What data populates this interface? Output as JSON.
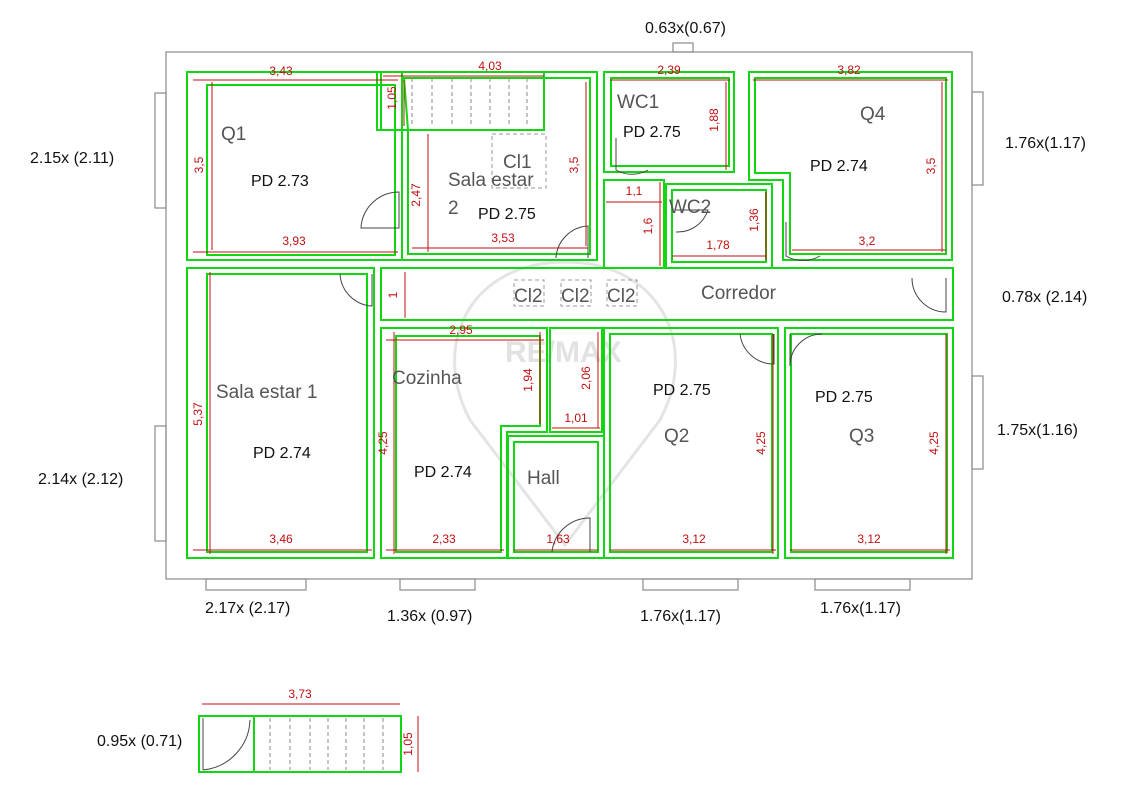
{
  "plan": {
    "rooms": {
      "q1": {
        "name": "Q1",
        "pd": "PD 2.73"
      },
      "sala2": {
        "name_line1": "Sala estar",
        "name_line2": "2",
        "pd": "PD 2.75"
      },
      "wc1": {
        "name": "WC1",
        "pd": "PD 2.75"
      },
      "wc2": {
        "name": "WC2"
      },
      "q4": {
        "name": "Q4",
        "pd": "PD 2.74"
      },
      "corredor": {
        "name": "Corredor"
      },
      "sala1": {
        "name": "Sala estar 1",
        "pd": "PD 2.74"
      },
      "cozinha": {
        "name": "Cozinha",
        "pd": "PD 2.74"
      },
      "hall": {
        "name": "Hall"
      },
      "q2": {
        "name": "Q2",
        "pd": "PD 2.75"
      },
      "q3": {
        "name": "Q3",
        "pd": "PD 2.75"
      }
    },
    "closets": {
      "cl1": "Cl1",
      "cl2a": "Cl2",
      "cl2b": "Cl2",
      "cl2c": "Cl2"
    },
    "dimensions": {
      "q1_top": "3,43",
      "q1_bottom": "3,93",
      "q1_height": "3,5",
      "stair_top": "4,03",
      "stair_height": "1,05",
      "sala2_left": "2,47",
      "sala2_bottom": "3,53",
      "sala2_right": "3,5",
      "wc1_top": "2,39",
      "wc1_right": "1,88",
      "q4_top": "3,82",
      "q4_right": "3,5",
      "q4_bottom": "3,2",
      "hallway_small_width": "1,1",
      "hallway_small_height": "1,6",
      "wc2_width": "1,78",
      "wc2_height": "1,36",
      "corredor_height": "1",
      "sala1_height": "5,37",
      "sala1_bottom": "3,46",
      "cozinha_top": "2,95",
      "cozinha_left": "4,25",
      "cozinha_bottom": "2,33",
      "cozinha_inner": "1,94",
      "hall_top_height": "2,06",
      "hall_top_width": "1,01",
      "hall_bottom": "1,63",
      "q2_right": "4,25",
      "q2_bottom": "3,12",
      "q3_right": "4,25",
      "q3_bottom": "3,12",
      "lower_stair_top": "3,73",
      "lower_stair_height": "1,05"
    },
    "windows": {
      "top": "0.63x(0.67)",
      "left_upper": "2.15x (2.11)",
      "left_lower": "2.14x (2.12)",
      "right_upper": "1.76x(1.17)",
      "right_middle": "0.78x (2.14)",
      "right_lower": "1.75x(1.16)",
      "bottom_1": "2.17x (2.17)",
      "bottom_2": "1.36x (0.97)",
      "bottom_3": "1.76x(1.17)",
      "bottom_4": "1.76x(1.17)",
      "lower_stair": "0.95x (0.71)"
    },
    "watermark": "RE/MAX",
    "colors": {
      "walls": "#8a8a8a",
      "rooms": "#11d611",
      "dimensions": "#c01010"
    }
  }
}
